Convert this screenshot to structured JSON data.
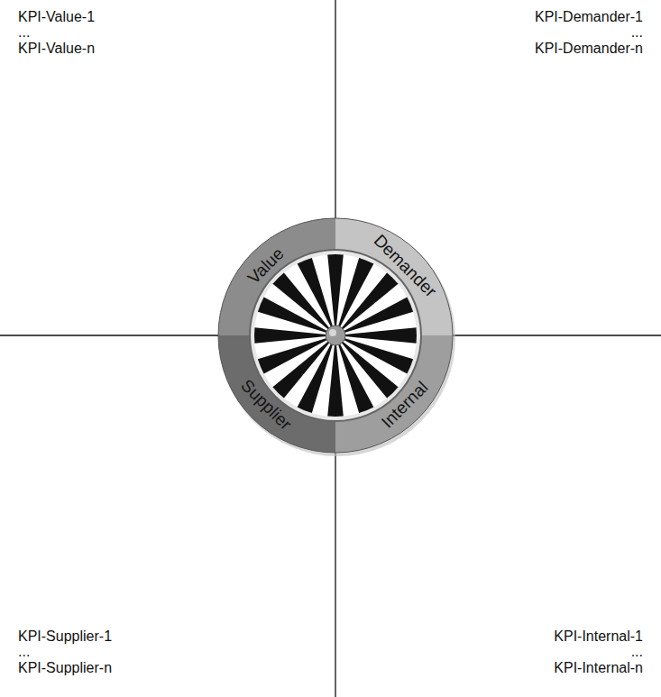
{
  "diagram": {
    "labels": [
      "KPI-Value-1",
      "...",
      "KPI-Value-n",
      "KPI-Demander-1",
      "...",
      "KPI-Demander-n",
      "Value",
      "Demander",
      "Supplier",
      "Internal",
      "KPI-Supplier-1",
      "...",
      "KPI-Supplier-n",
      "KPI-Internal-1",
      "...",
      "KPI-Internal-n"
    ]
  }
}
